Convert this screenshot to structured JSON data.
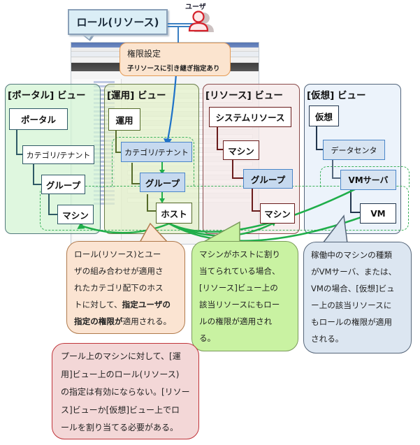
{
  "role_callout": {
    "label": "ロール(リソース)"
  },
  "user": {
    "label": "ユーザ",
    "icon": "user-icon"
  },
  "permission_callout": {
    "title": "権限設定",
    "subtitle": "子リソースに引き継ぎ指定あり"
  },
  "views": [
    {
      "id": "portal",
      "title": "[ポータル] ビュー",
      "nodes": [
        "ポータル",
        "カテゴリ/テナント",
        "グループ",
        "マシン"
      ]
    },
    {
      "id": "ops",
      "title": "[運用] ビュー",
      "nodes": [
        "運用",
        "カテゴリ/テナント",
        "グループ",
        "ホスト"
      ]
    },
    {
      "id": "resource",
      "title": "[リソース] ビュー",
      "nodes": [
        "システムリソース",
        "マシン",
        "グループ",
        "マシン"
      ]
    },
    {
      "id": "virtual",
      "title": "[仮想] ビュー",
      "nodes": [
        "仮想",
        "データセンタ",
        "VMサーバ",
        "VM"
      ]
    }
  ],
  "notes": {
    "orange": {
      "lines": [
        "ロール(リソース)とユー",
        "ザの組み合わせが適用さ",
        "れたカテゴリ配下のホス"
      ],
      "line4_plain": "トに対して、",
      "line4_bold": "指定ユーザの",
      "line5_bold": "指定の権限が",
      "line5_plain": "適用される。"
    },
    "green": {
      "lines": [
        "マシンがホストに割り",
        "当てられている場合、",
        "[リソース]ビュー上の",
        "該当リソースにもロー",
        "ルの権限が適用され",
        "る。"
      ]
    },
    "blue": {
      "lines": [
        "稼働中のマシンの種類",
        "がVMサーバ、または、",
        "VMの場合、[仮想]ビュ",
        "ー上の該当リソースに",
        "もロールの権限が適用",
        "される。"
      ]
    },
    "red": {
      "lines": [
        "プール上のマシンに対して、[運",
        "用]ビュー上のロール(リソース)",
        "の指定は有効にならない。[リソー",
        "ス]ビューか[仮想]ビュー上でロ",
        "ールを割り当てる必要がある。"
      ]
    }
  },
  "colors": {
    "inherit_arrow": "#1fae4a",
    "assign_line": "#3a7fc2",
    "selected_node": "#c6d9ef"
  }
}
